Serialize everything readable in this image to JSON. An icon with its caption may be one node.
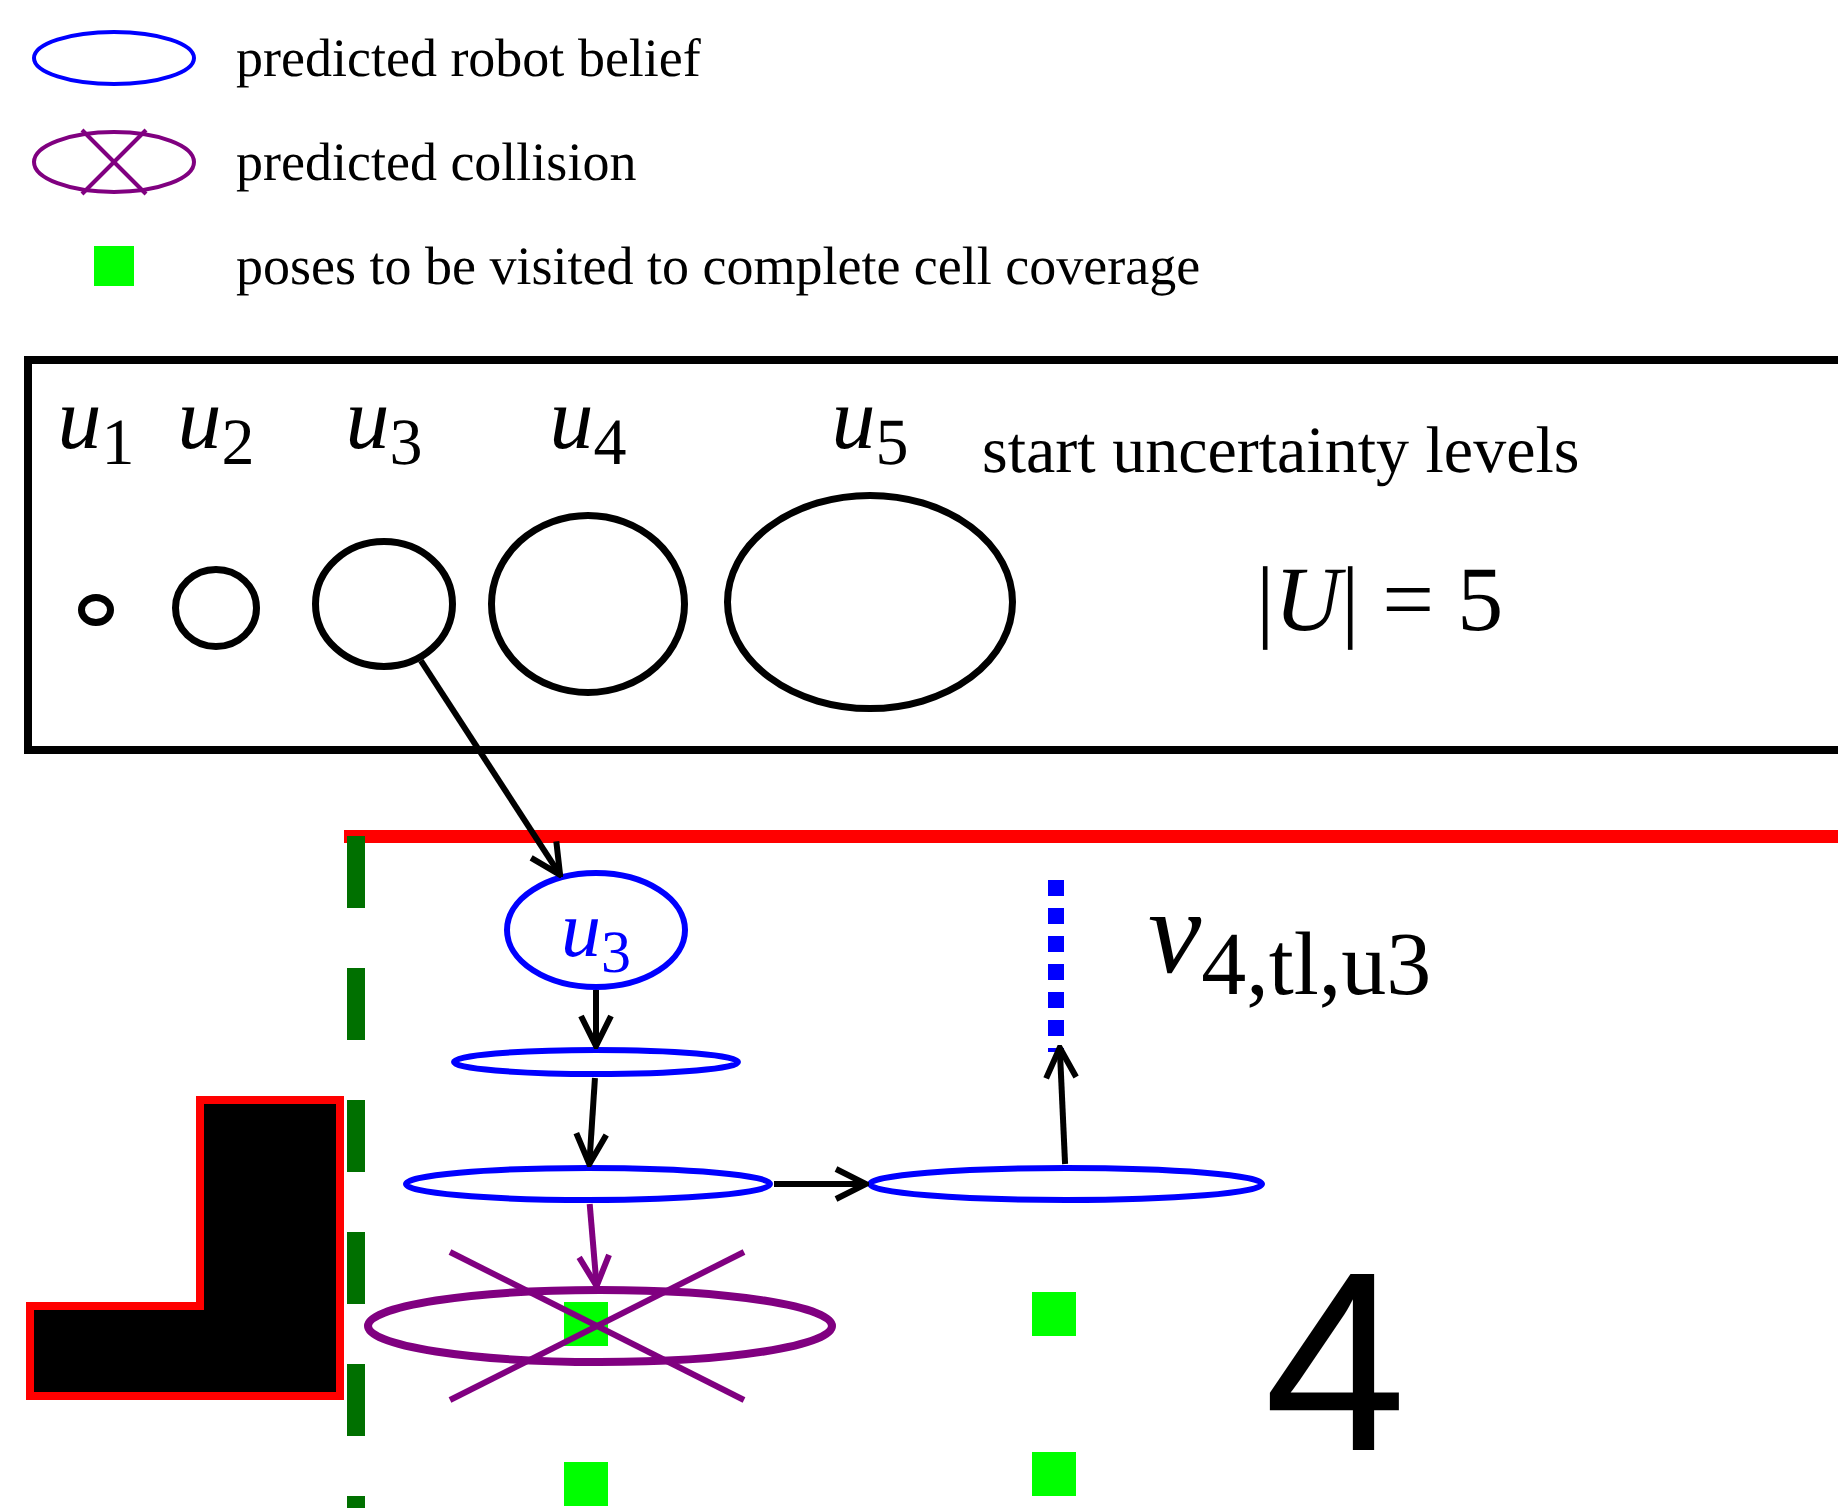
{
  "diagram": {
    "nodes": [
      {
        "text": [
          "start uncertainty levels",
          "|*U*| = 5"
        ]
      },
      {
        "text": [
          "*u*$_{1}$"
        ],
        "in": 0
      },
      {
        "text": [
          "*u*$_{2}$"
        ],
        "in": 0
      },
      {
        "text": [
          "*u*$_{3}$"
        ],
        "in": 0
      },
      {
        "text": [
          "*u*$_{4}$"
        ],
        "in": 0
      },
      {
        "text": [
          "*u*$_{5}$"
        ],
        "in": 0
      },
      {
        "text": [
          "*u*$_{3}$"
        ]
      },
      {
        "text": [],
        "shape": "ellipse"
      },
      {
        "text": [],
        "shape": "ellipse"
      },
      {
        "text": [],
        "shape": "ellipse"
      },
      {
        "text": [],
        "shape": "ellipse"
      },
      {
        "text": [],
        "shape": "bar",
        "beside": [
          "*v*$_{4,tl,u3}$"
        ]
      }
    ],
    "edges": [
      {
        "from": 3,
        "to": 6,
        "arrow": "to"
      },
      {
        "from": 6,
        "to": 7,
        "arrow": "to"
      },
      {
        "from": 7,
        "to": 8,
        "arrow": "to"
      },
      {
        "from": 8,
        "to": 9,
        "arrow": "to",
        "color": "#800080"
      },
      {
        "from": 8,
        "to": 10,
        "arrow": "to"
      },
      {
        "from": 10,
        "to": 11,
        "arrow": "to"
      }
    ],
    "labels": [
      "4"
    ],
    "legend": [
      {
        "text": "predicted robot belief"
      },
      {
        "text": "predicted collision"
      },
      {
        "text": "poses to be visited to complete cell coverage",
        "color": "#00ff00"
      }
    ]
  }
}
